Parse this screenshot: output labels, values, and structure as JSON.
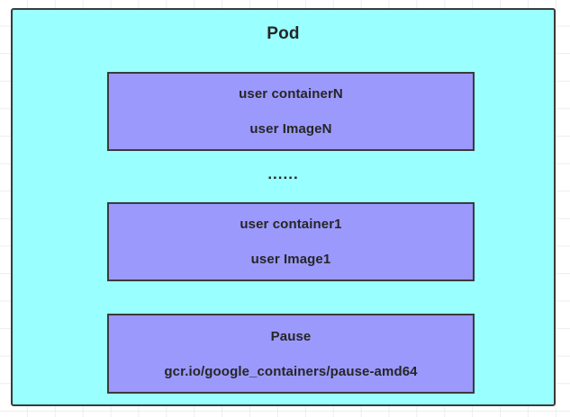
{
  "diagram": {
    "type": "nested-block-diagram",
    "outer": {
      "title": "Pod",
      "fill_color": "#99ffff",
      "border_color": "#3b3b3b"
    },
    "ellipsis": "......",
    "containers": [
      {
        "id": "container-n",
        "name": "user containerN",
        "image": "user ImageN",
        "fill_color": "#9b99fc",
        "border_color": "#3b3b3b"
      },
      {
        "id": "container-1",
        "name": "user container1",
        "image": "user Image1",
        "fill_color": "#9b99fc",
        "border_color": "#3b3b3b"
      },
      {
        "id": "pause",
        "name": "Pause",
        "image": "gcr.io/google_containers/pause-amd64",
        "fill_color": "#9b99fc",
        "border_color": "#3b3b3b"
      }
    ],
    "canvas": {
      "background_color": "#ffffff",
      "grid_line_color": "#ededed"
    }
  }
}
